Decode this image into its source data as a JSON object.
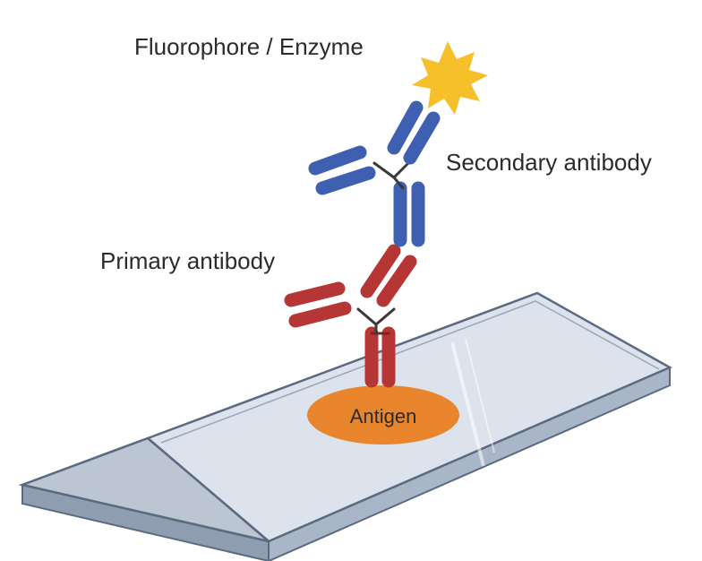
{
  "labels": {
    "fluorophore": "Fluorophore / Enzyme",
    "secondary": "Secondary antibody",
    "primary": "Primary antibody",
    "antigen": "Antigen"
  },
  "colors": {
    "star": "#f6c02a",
    "secondary_antibody": "#3f5fb0",
    "primary_antibody": "#b53634",
    "antigen": "#e8852d",
    "slide_top": "#dde3ec",
    "slide_edge": "#5a6a80",
    "slide_frosted": "#b9c2cf"
  }
}
